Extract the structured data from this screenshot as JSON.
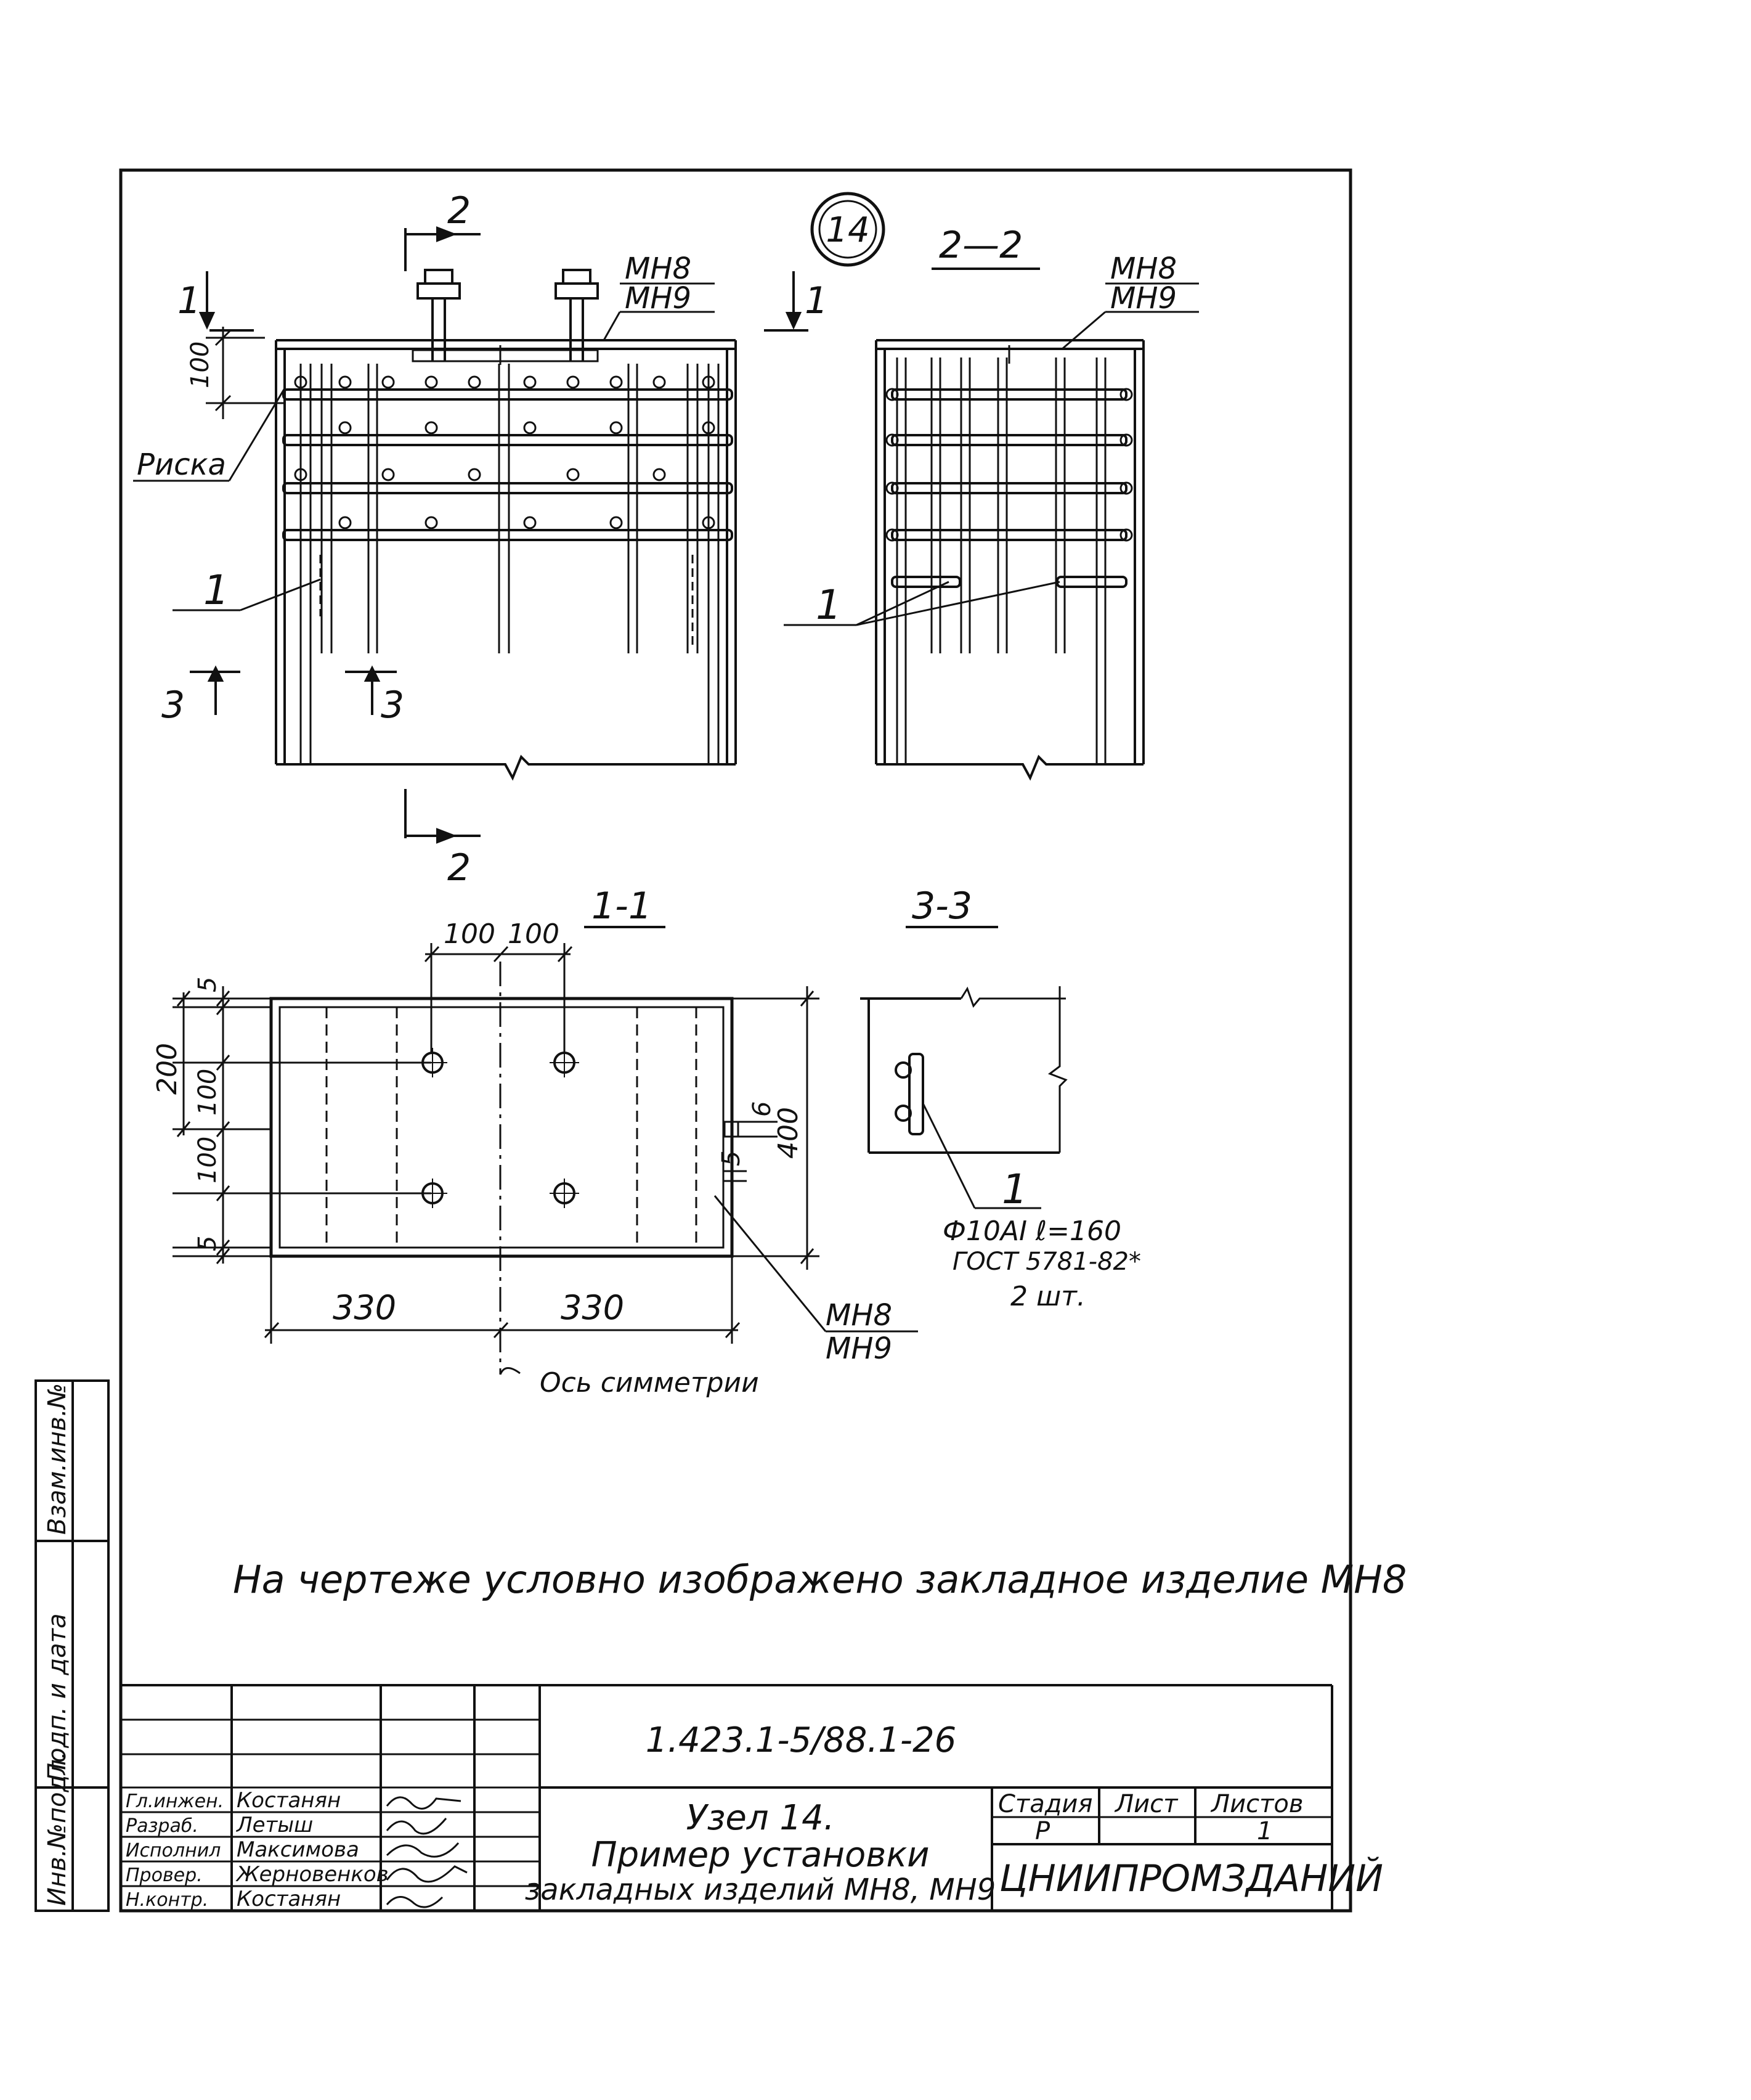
{
  "node_number": "14",
  "views": {
    "section_2_2": "2—2",
    "section_1_1": "1-1",
    "section_3_3": "3-3"
  },
  "section_marks": {
    "cut_2": "2",
    "cut_1": "1",
    "cut_3": "3"
  },
  "labels": {
    "mh8": "МН8",
    "mh9": "МН9",
    "riska": "Риска",
    "item_1": "1",
    "axis_symmetry": "Ось симметрии"
  },
  "dimensions": {
    "d100": "100",
    "d200": "200",
    "d5": "5",
    "d6": "6",
    "d400": "400",
    "d330": "330"
  },
  "rebar_note": {
    "line1": "Ф10AI ℓ=160",
    "line2": "ГОСТ 5781-82*",
    "line3": "2 шт."
  },
  "note": "На чертеже условно изображено закладное изделие МН8",
  "side_stamp": {
    "inv_podl": "Инв.№подл.",
    "podp_data": "Подп. и дата",
    "vzam_inv": "Взам.инв.№"
  },
  "title_block": {
    "doc_code": "1.423.1-5/88.1-26",
    "title_line1": "Узел 14.",
    "title_line2": "Пример установки",
    "title_line3": "закладных изделий МН8, МН9",
    "stage_header": "Стадия",
    "sheet_header": "Лист",
    "sheets_header": "Листов",
    "stage_value": "Р",
    "sheets_value": "1",
    "organization": "ЦНИИПРОМЗДАНИЙ",
    "signers": [
      {
        "role": "Гл.инжен.",
        "name": "Костанян"
      },
      {
        "role": "Разраб.",
        "name": "Летыш"
      },
      {
        "role": "Исполнил",
        "name": "Максимова"
      },
      {
        "role": "Провер.",
        "name": "Жерновенков"
      },
      {
        "role": "Н.контр.",
        "name": "Костанян"
      }
    ]
  }
}
